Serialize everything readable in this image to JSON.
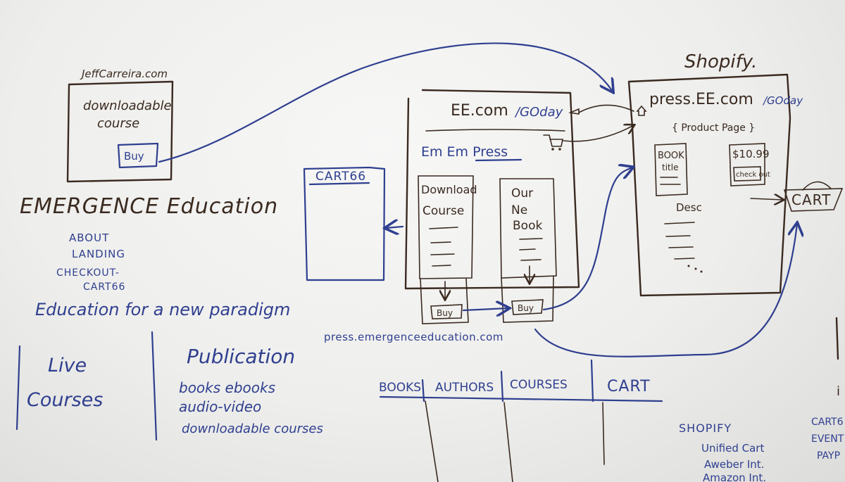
{
  "board": {
    "site_left": {
      "domain": "JeffCarreira.com",
      "title_line1": "downloadable",
      "title_line2": "course",
      "buy": "Buy"
    },
    "brand": {
      "title": "EMERGENCE Education",
      "links": [
        "ABOUT",
        "LANDING",
        "CHECKOUT-",
        "CART66"
      ],
      "tagline": "Education for a new paradigm"
    },
    "offerings": {
      "live": [
        "Live",
        "Courses"
      ],
      "pub_title": "Publication",
      "pub_items": [
        "books ebooks",
        "audio-video",
        "downloadable courses"
      ]
    },
    "center": {
      "domain": "EE.com",
      "path": "/GOday",
      "press_title": "Em Em Press",
      "cart66": "CART66",
      "card1": [
        "Download",
        "Course"
      ],
      "card2": [
        "Our",
        "Ne",
        "Book"
      ],
      "buy1": "Buy",
      "buy2": "Buy",
      "press_url": "press.emergenceeducation.com"
    },
    "nav": [
      "BOOKS",
      "AUTHORS",
      "COURSES",
      "CART"
    ],
    "shopify": {
      "label": "Shopify.",
      "domain": "press.EE.com",
      "path": "/GOday",
      "product_page": "{ Product Page }",
      "book": "BOOK",
      "title": "title",
      "price": "$10.99",
      "checkout": "check out",
      "desc": "Desc",
      "cart": "CART"
    },
    "integrations": {
      "heading": "SHOPIFY",
      "items": [
        "Unified Cart",
        "Aweber Int.",
        "Amazon Int."
      ]
    },
    "cut_right": [
      "CART6",
      "EVENT",
      "PAYP",
      "i"
    ]
  }
}
